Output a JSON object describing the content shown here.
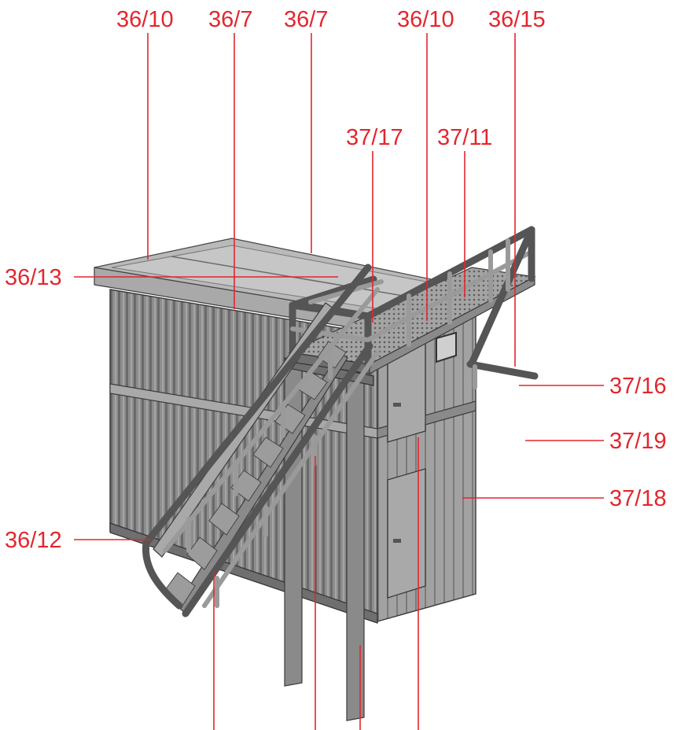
{
  "callouts": {
    "top_1": "36/10",
    "top_2": "36/7",
    "top_3": "36/7",
    "top_4": "36/10",
    "top_5": "36/15",
    "mid_1": "37/17",
    "mid_2": "37/11",
    "right_1": "37/16",
    "right_2": "37/19",
    "right_3": "37/18",
    "left_1": "36/13",
    "left_2": "36/12"
  },
  "colors": {
    "callout": "#e3262e",
    "steel": "#8a8a8a",
    "roof": "#b9b9b9"
  }
}
